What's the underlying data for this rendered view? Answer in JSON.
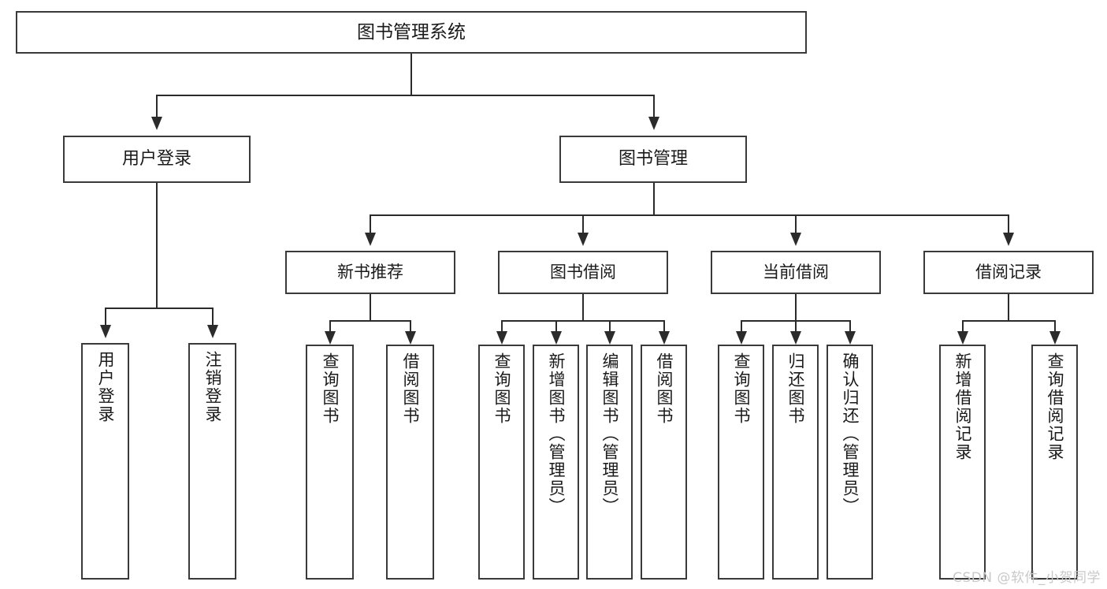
{
  "diagram": {
    "type": "tree",
    "title": "图书管理系统",
    "watermark": "CSDN @软件_小贺同学",
    "colors": {
      "box_border": "#3a3a3a",
      "line": "#2b2b2b",
      "background": "#ffffff",
      "text": "#1a1a1a",
      "watermark": "#c9c9c9"
    },
    "nodes": {
      "root": {
        "label": "图书管理系统"
      },
      "level2": [
        {
          "label": "用户登录"
        },
        {
          "label": "图书管理"
        }
      ],
      "level3": [
        {
          "label": "新书推荐"
        },
        {
          "label": "图书借阅"
        },
        {
          "label": "当前借阅"
        },
        {
          "label": "借阅记录"
        }
      ],
      "leaves": {
        "user_login": [
          {
            "label": "用户登录"
          },
          {
            "label": "注销登录"
          }
        ],
        "new_book": [
          {
            "label": "查询图书"
          },
          {
            "label": "借阅图书"
          }
        ],
        "book_borrow": [
          {
            "label": "查询图书"
          },
          {
            "label": "新增图书（管理员）"
          },
          {
            "label": "编辑图书（管理员）"
          },
          {
            "label": "借阅图书"
          }
        ],
        "current_borrow": [
          {
            "label": "查询图书"
          },
          {
            "label": "归还图书"
          },
          {
            "label": "确认归还（管理员）"
          }
        ],
        "borrow_record": [
          {
            "label": "新增借阅记录"
          },
          {
            "label": "查询借阅记录"
          }
        ]
      }
    }
  }
}
